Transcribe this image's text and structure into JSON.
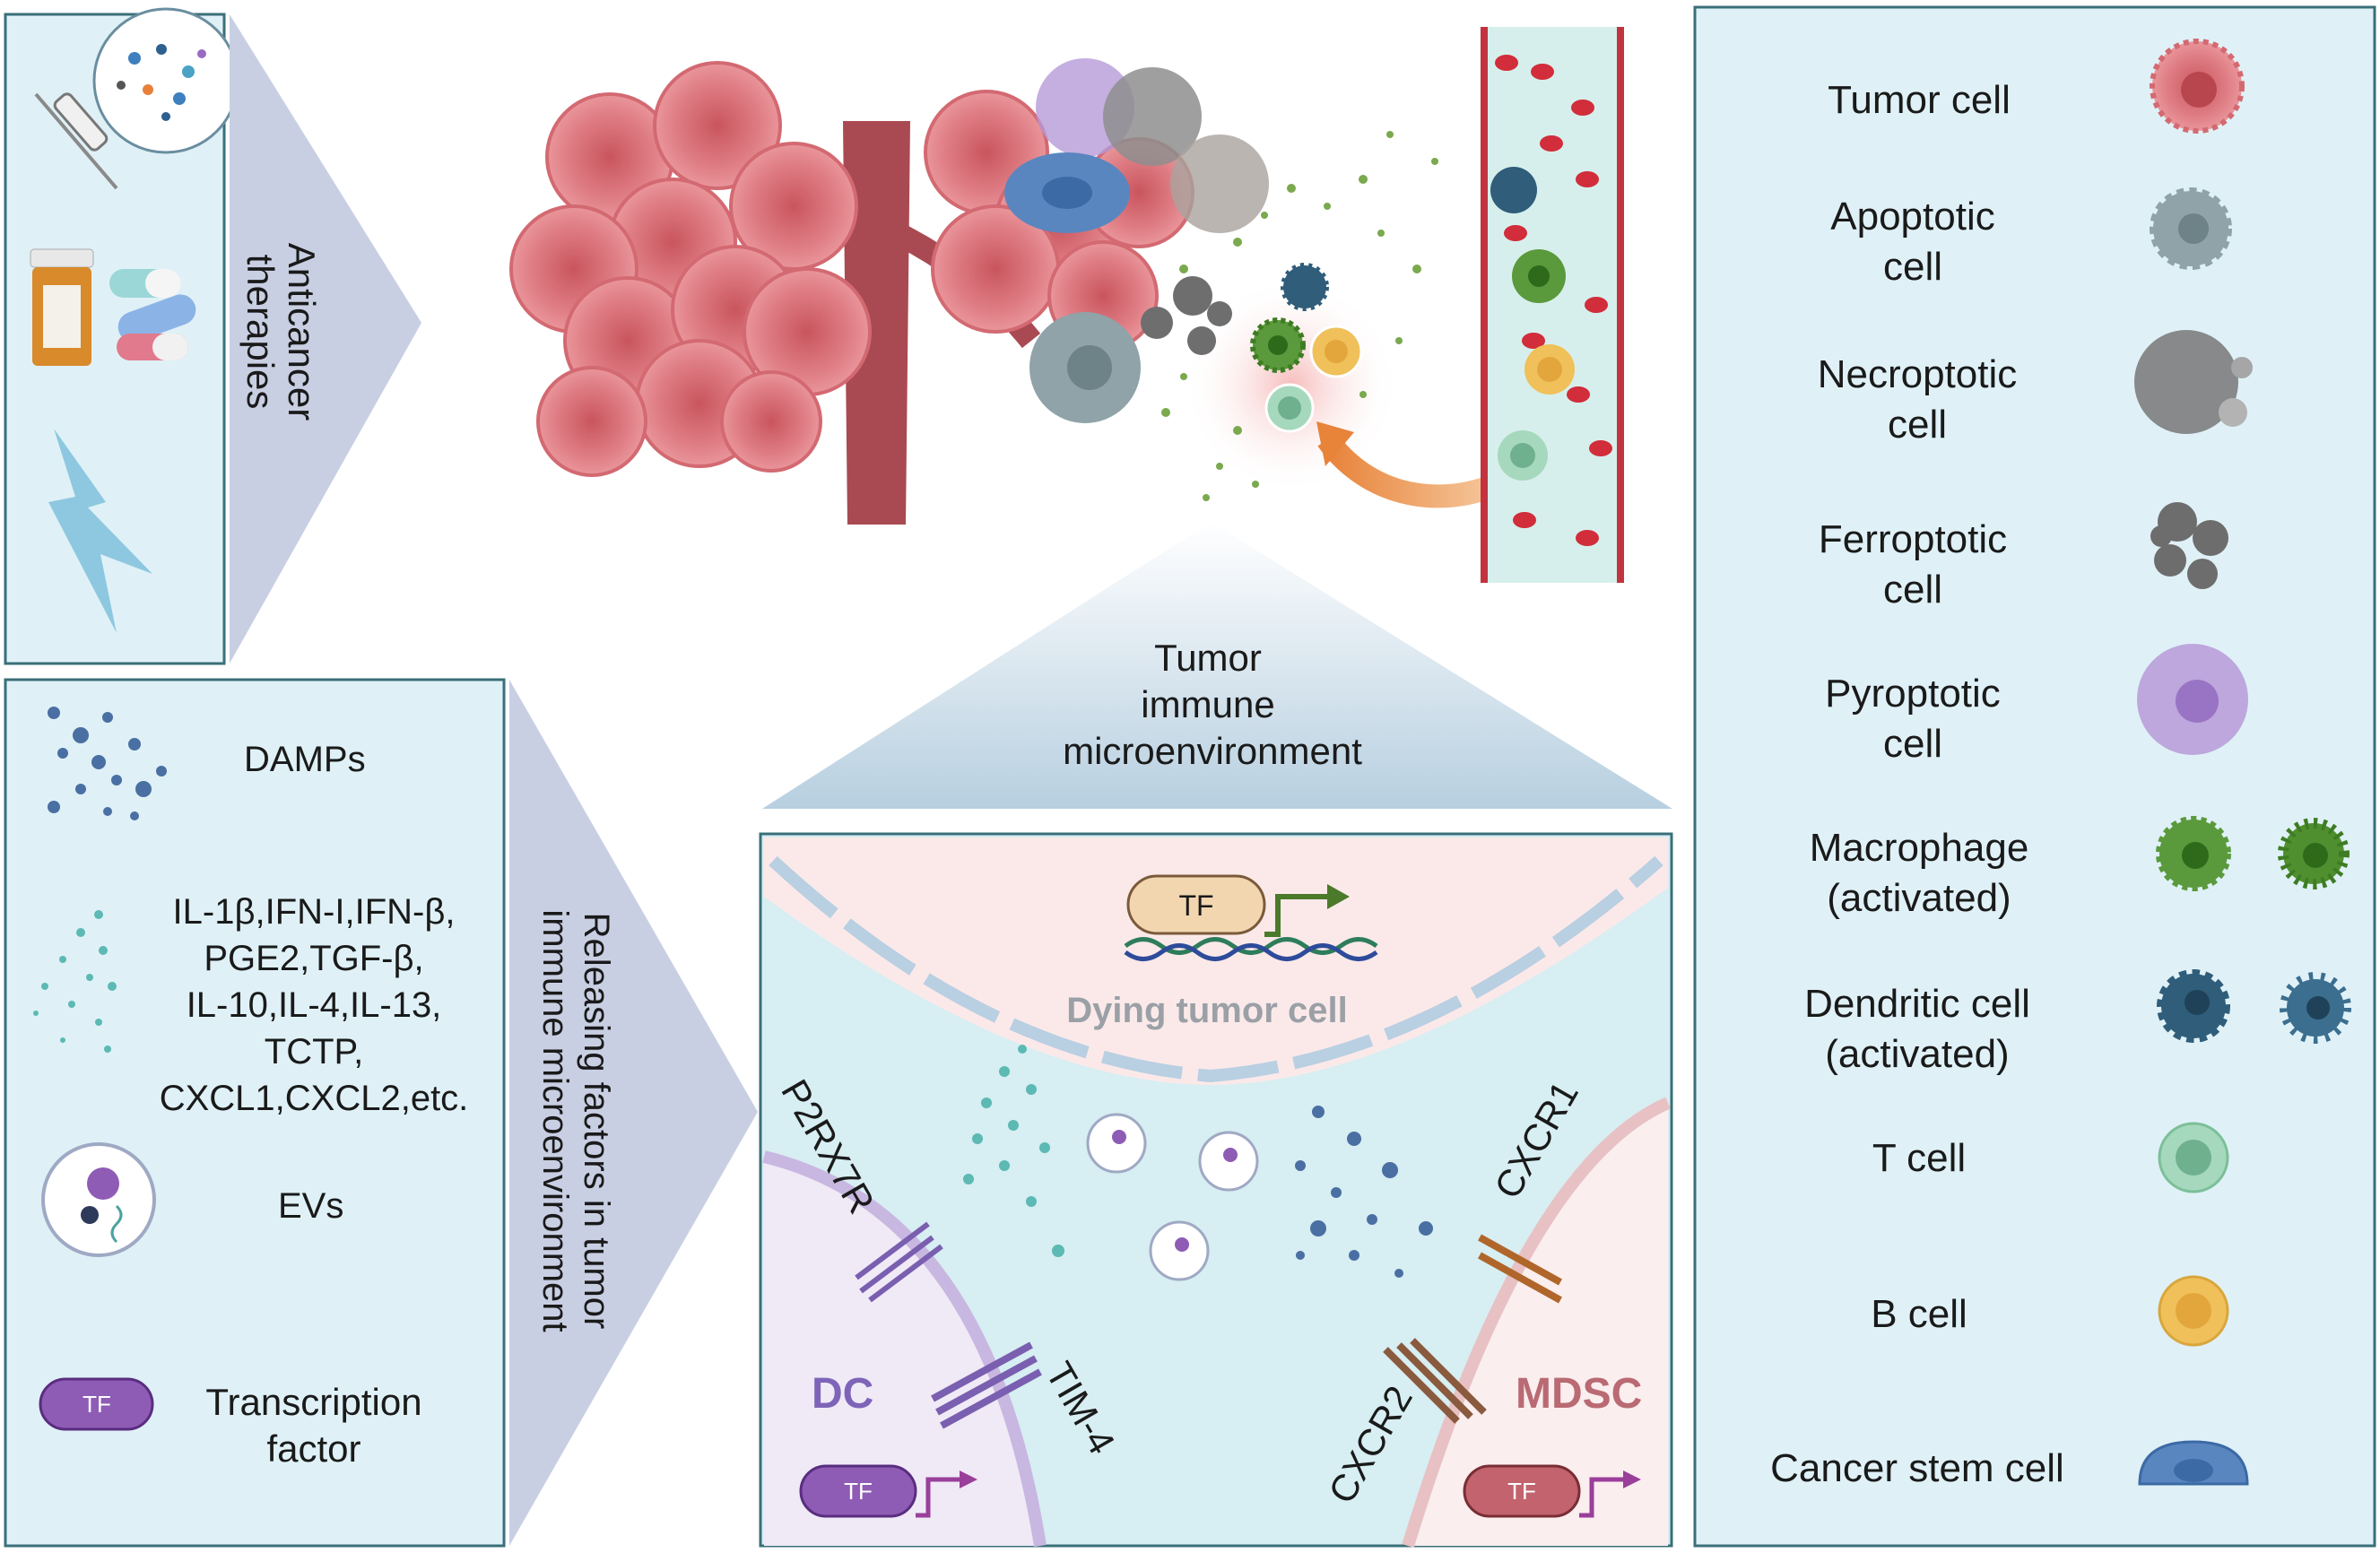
{
  "left_top": {
    "arrow_label_line1": "Anticancer",
    "arrow_label_line2": "therapies"
  },
  "left_bottom": {
    "damps": "DAMPs",
    "factors": [
      "IL-1β,IFN-I,IFN-β,",
      "PGE2,TGF-β,",
      "IL-10,IL-4,IL-13,",
      "TCTP,",
      "CXCL1,CXCL2,etc."
    ],
    "evs": "EVs",
    "tf_badge": "TF",
    "transcription_line1": "Transcription",
    "transcription_line2": "factor",
    "arrow_label_line1": "Releasing factors in tumor",
    "arrow_label_line2": "immune microenvironment"
  },
  "center": {
    "tme_line1": "Tumor",
    "tme_line2": "immune",
    "tme_line3": "microenvironment"
  },
  "inset": {
    "tf_top": "TF",
    "dying_cell": "Dying tumor cell",
    "p2rx7r": "P2RX7R",
    "tim4": "TIM-4",
    "dc": "DC",
    "tf_dc": "TF",
    "cxcr1": "CXCR1",
    "cxcr2": "CXCR2",
    "mdsc": "MDSC",
    "tf_mdsc": "TF"
  },
  "legend": [
    {
      "line1": "Tumor cell",
      "line2": ""
    },
    {
      "line1": "Apoptotic",
      "line2": "cell"
    },
    {
      "line1": "Necroptotic",
      "line2": "cell"
    },
    {
      "line1": "Ferroptotic",
      "line2": "cell"
    },
    {
      "line1": "Pyroptotic",
      "line2": "cell"
    },
    {
      "line1": "Macrophage",
      "line2": "(activated)"
    },
    {
      "line1": "Dendritic cell",
      "line2": "(activated)"
    },
    {
      "line1": "T cell",
      "line2": ""
    },
    {
      "line1": "B cell",
      "line2": ""
    },
    {
      "line1": "Cancer stem cell",
      "line2": ""
    }
  ],
  "colors": {
    "panel_fill": "#dff1f7",
    "panel_border": "#3a6f78",
    "arrow_fill": "#c9cfe3",
    "tumor": "#d96b73",
    "apoptotic": "#8fa3a8",
    "necroptotic": "#7d7d7d",
    "ferroptotic": "#6d6d6d",
    "pyroptotic": "#a983c7",
    "macrophage": "#5a9a3c",
    "dendritic": "#2f5d7a",
    "t_cell": "#7bbf98",
    "b_cell": "#f0c05a",
    "stem_cell": "#5a86c0",
    "tf_purple": "#8e5cb5",
    "tf_orange": "#f2d6b0",
    "dc_label": "#7e64b8",
    "mdsc_label": "#b96a73"
  }
}
